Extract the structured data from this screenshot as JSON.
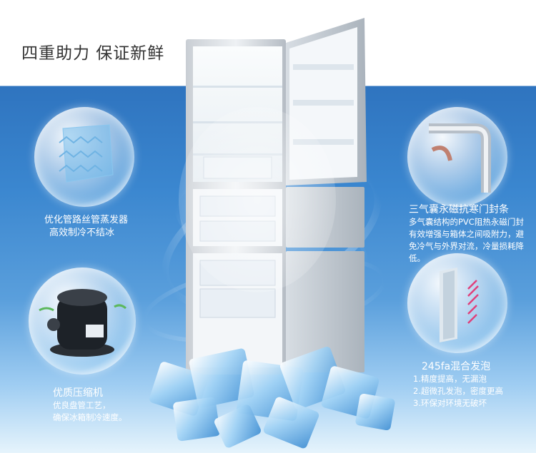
{
  "title": "四重助力 保证新鲜",
  "features": {
    "evaporator": {
      "line1": "优化管路丝管蒸发器",
      "line2": "高效制冷不结冰",
      "icon": "evaporator-coil-icon"
    },
    "compressor": {
      "title": "优质压缩机",
      "line1": "优良盘管工艺，",
      "line2": "确保冰箱制冷速度。",
      "icon": "compressor-icon"
    },
    "door_seal": {
      "title": "三气囊永磁抗寒门封条",
      "line1": "多气囊结构的PVC阻热永磁门封",
      "line2": "有效增强与箱体之间吸附力，避",
      "line3": "免冷气与外界对流，冷量损耗降",
      "line4": "低。",
      "icon": "door-gasket-icon"
    },
    "foam": {
      "title": "245fa混合发泡",
      "line1": "1.精度提高，无漏泡",
      "line2": "2.超微孔发泡，密度更高",
      "line3": "3.环保对环境无破坏",
      "icon": "foam-layer-icon"
    }
  },
  "colors": {
    "background_blue": "#3a86cf",
    "text_white": "#ffffff",
    "title_gray": "#333333",
    "accent_pink": "#e0407a"
  }
}
